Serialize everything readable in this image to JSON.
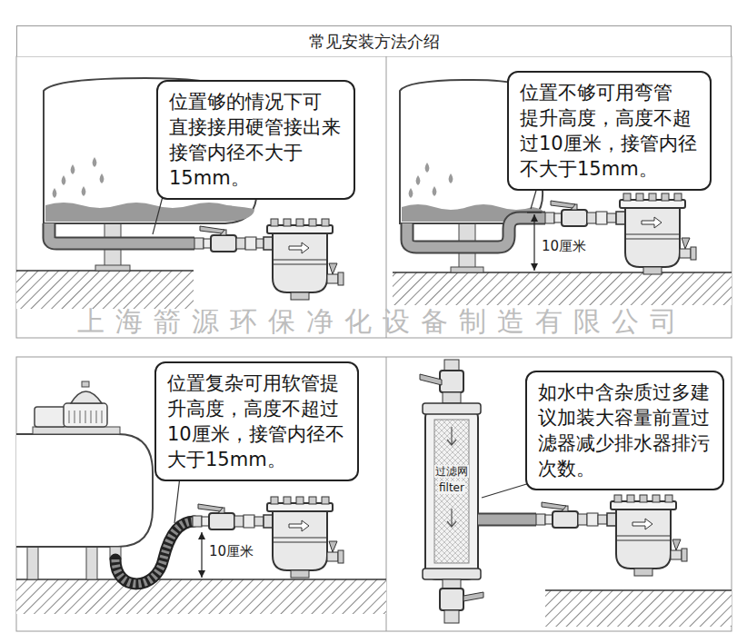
{
  "diagram": {
    "title": "常见安装方法介绍",
    "nodes": [
      {
        "text": [
          "位置够的情况下可 直接接用硬管接出来 接管内径不大于 15mm。"
        ]
      },
      {
        "text": [
          "位置不够可用弯管 提升高度，高度不超 过10厘米，接管内径 不大于15mm。"
        ]
      },
      {
        "text": [
          "位置复杂可用软管提 升高度，高度不超过 10厘米，接管内径不 大于15mm。"
        ]
      },
      {
        "text": [
          "如水中含杂质过多建 议加装大容量前置过 滤器减少排水器排污 次数。"
        ]
      }
    ],
    "labels": [
      "10厘米",
      "上海箭源环保净化设备制造有限公司",
      "10厘米",
      "过滤网",
      "filter"
    ]
  }
}
